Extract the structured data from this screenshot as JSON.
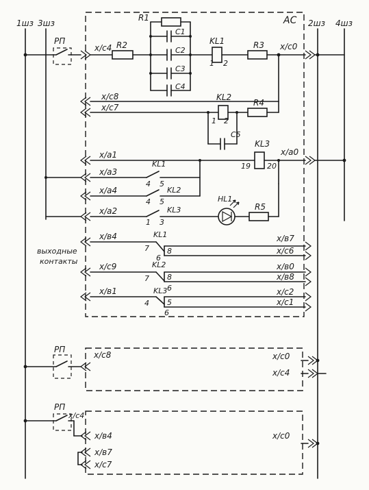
{
  "buses": {
    "b1": "1шз",
    "b3": "3шз",
    "b2": "2шз",
    "b4": "4шз"
  },
  "block_label": "АС",
  "relay_rp": "РП",
  "components": {
    "r1": "R1",
    "r2": "R2",
    "r3": "R3",
    "r4": "R4",
    "r5": "R5",
    "c1": "C1",
    "c2": "C2",
    "c3": "C3",
    "c4": "C4",
    "c5": "C5",
    "kl1": "KL1",
    "kl2": "KL2",
    "kl3": "KL3",
    "hl1": "HL1"
  },
  "pins": {
    "kl1_1": "1",
    "kl1_2": "2",
    "kl2_1": "1",
    "kl2_2": "2",
    "kl3_19": "19",
    "kl3_20": "20",
    "sw1_a": "4",
    "sw1_b": "5",
    "sw2_a": "4",
    "sw2_b": "5",
    "sw3_a": "1",
    "sw3_b": "3",
    "o1_a": "7",
    "o1_b": "8",
    "o1_c": "6",
    "o2_a": "7",
    "o2_b": "8",
    "o2_c": "6",
    "o3_a": "4",
    "o3_b": "5",
    "o3_c": "6"
  },
  "connectors": {
    "xc4": "x/c4",
    "xc0": "x/c0",
    "xc8": "x/c8",
    "xc7": "x/c7",
    "xa1": "x/a1",
    "xa0": "x/a0",
    "xa3": "x/a3",
    "xa4": "x/a4",
    "xa2": "x/a2",
    "xb4": "x/в4",
    "xb7": "x/в7",
    "xc6": "x/c6",
    "xc9": "x/c9",
    "xb0": "x/в0",
    "xb8": "x/в8",
    "xb1": "x/в1",
    "xc2": "x/c2",
    "xc1": "x/c1",
    "m2_xc8": "x/c8",
    "m2_xc0": "x/c0",
    "m2_xc4": "x/c4",
    "m3_xc4": "x/c4",
    "m3_xb4": "x/в4",
    "m3_xb7": "x/в7",
    "m3_xc7": "x/c7",
    "m3_xc0": "x/c0"
  },
  "output_contacts_label": "выходные контакты"
}
